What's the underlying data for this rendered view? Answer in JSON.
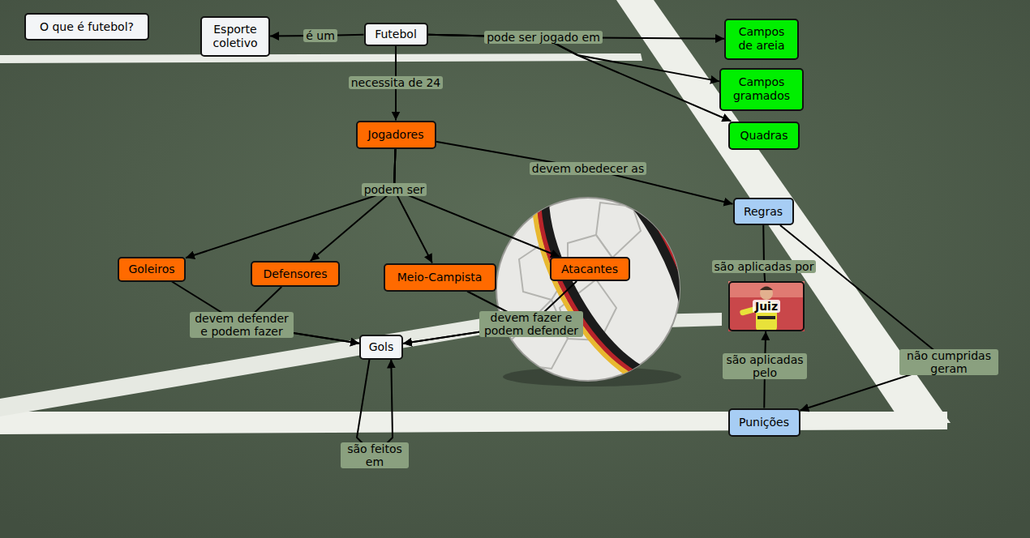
{
  "diagram": {
    "nodes": [
      {
        "text": [
          "O que é futebol?"
        ]
      },
      {
        "text": [
          "Esporte coletivo"
        ]
      },
      {
        "text": [
          "Futebol"
        ]
      },
      {
        "text": [
          "Campos de areia"
        ]
      },
      {
        "text": [
          "Campos gramados"
        ]
      },
      {
        "text": [
          "Quadras"
        ]
      },
      {
        "text": [
          "Jogadores"
        ]
      },
      {
        "text": [
          "Regras"
        ]
      },
      {
        "text": [
          "Goleiros"
        ]
      },
      {
        "text": [
          "Defensores"
        ]
      },
      {
        "text": [
          "Meio-Campista"
        ]
      },
      {
        "text": [
          "Atacantes"
        ]
      },
      {
        "text": [
          "Juiz"
        ]
      },
      {
        "text": [
          "Gols"
        ]
      },
      {
        "text": [
          "Punições"
        ]
      }
    ],
    "edges": [
      {
        "from": 2,
        "to": 1,
        "label": "é um",
        "arrow": "to"
      },
      {
        "from": 2,
        "to": 3,
        "label": "pode ser jogado em",
        "arrow": "to"
      },
      {
        "from": 2,
        "to": 4,
        "arrow": "to"
      },
      {
        "from": 2,
        "to": 5,
        "arrow": "to"
      },
      {
        "from": 2,
        "to": 6,
        "label": "necessita de 24",
        "arrow": "to"
      },
      {
        "from": 6,
        "to": 7,
        "label": "devem obedecer as",
        "arrow": "to"
      },
      {
        "from": 6,
        "to": 8,
        "label": "podem ser",
        "arrow": "to"
      },
      {
        "from": 6,
        "to": 9,
        "arrow": "to"
      },
      {
        "from": 6,
        "to": 10,
        "arrow": "to"
      },
      {
        "from": 6,
        "to": 11,
        "arrow": "to"
      },
      {
        "from": 8,
        "to": 13,
        "label": "devem defender e podem fazer",
        "arrow": "to"
      },
      {
        "from": 9,
        "to": 13,
        "arrow": "to"
      },
      {
        "from": 10,
        "to": 13,
        "label": "devem fazer e podem defender",
        "arrow": "to"
      },
      {
        "from": 11,
        "to": 13,
        "arrow": "to"
      },
      {
        "from": 7,
        "to": 12,
        "label": "são aplicadas por",
        "arrow": "none"
      },
      {
        "from": 7,
        "to": 14,
        "label": "não cumpridas geram",
        "arrow": "to"
      },
      {
        "from": 14,
        "to": 12,
        "label": "são aplicadas pelo",
        "arrow": "to"
      },
      {
        "from": 13,
        "to": 13,
        "label": "são feitos em",
        "arrow": "to"
      }
    ]
  }
}
